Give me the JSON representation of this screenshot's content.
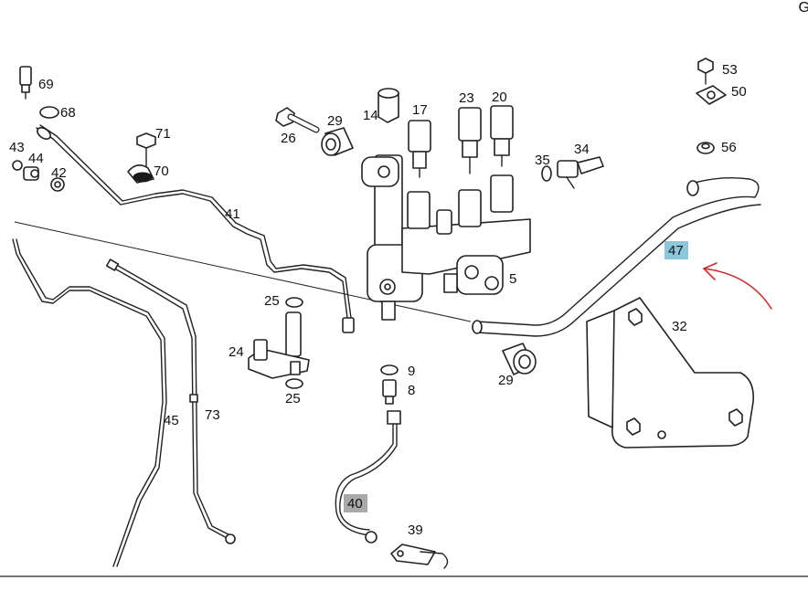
{
  "corner_mark": "G",
  "labels": {
    "p69": "69",
    "p68": "68",
    "p43": "43",
    "p44": "44",
    "p42": "42",
    "p71": "71",
    "p70": "70",
    "p41": "41",
    "p26": "26",
    "p29a": "29",
    "p14": "14",
    "p17": "17",
    "p23": "23",
    "p20": "20",
    "p35": "35",
    "p34": "34",
    "p53": "53",
    "p50": "50",
    "p56": "56",
    "p47": "47",
    "p5": "5",
    "p32": "32",
    "p29b": "29",
    "p25a": "25",
    "p24": "24",
    "p25b": "25",
    "p9": "9",
    "p8": "8",
    "p45": "45",
    "p73": "73",
    "p40": "40",
    "p39": "39"
  },
  "highlights": {
    "p47": "#8cc8dc",
    "p40": "#a9a9a9"
  },
  "annotation": {
    "arrow_color": "#d42a2a"
  }
}
